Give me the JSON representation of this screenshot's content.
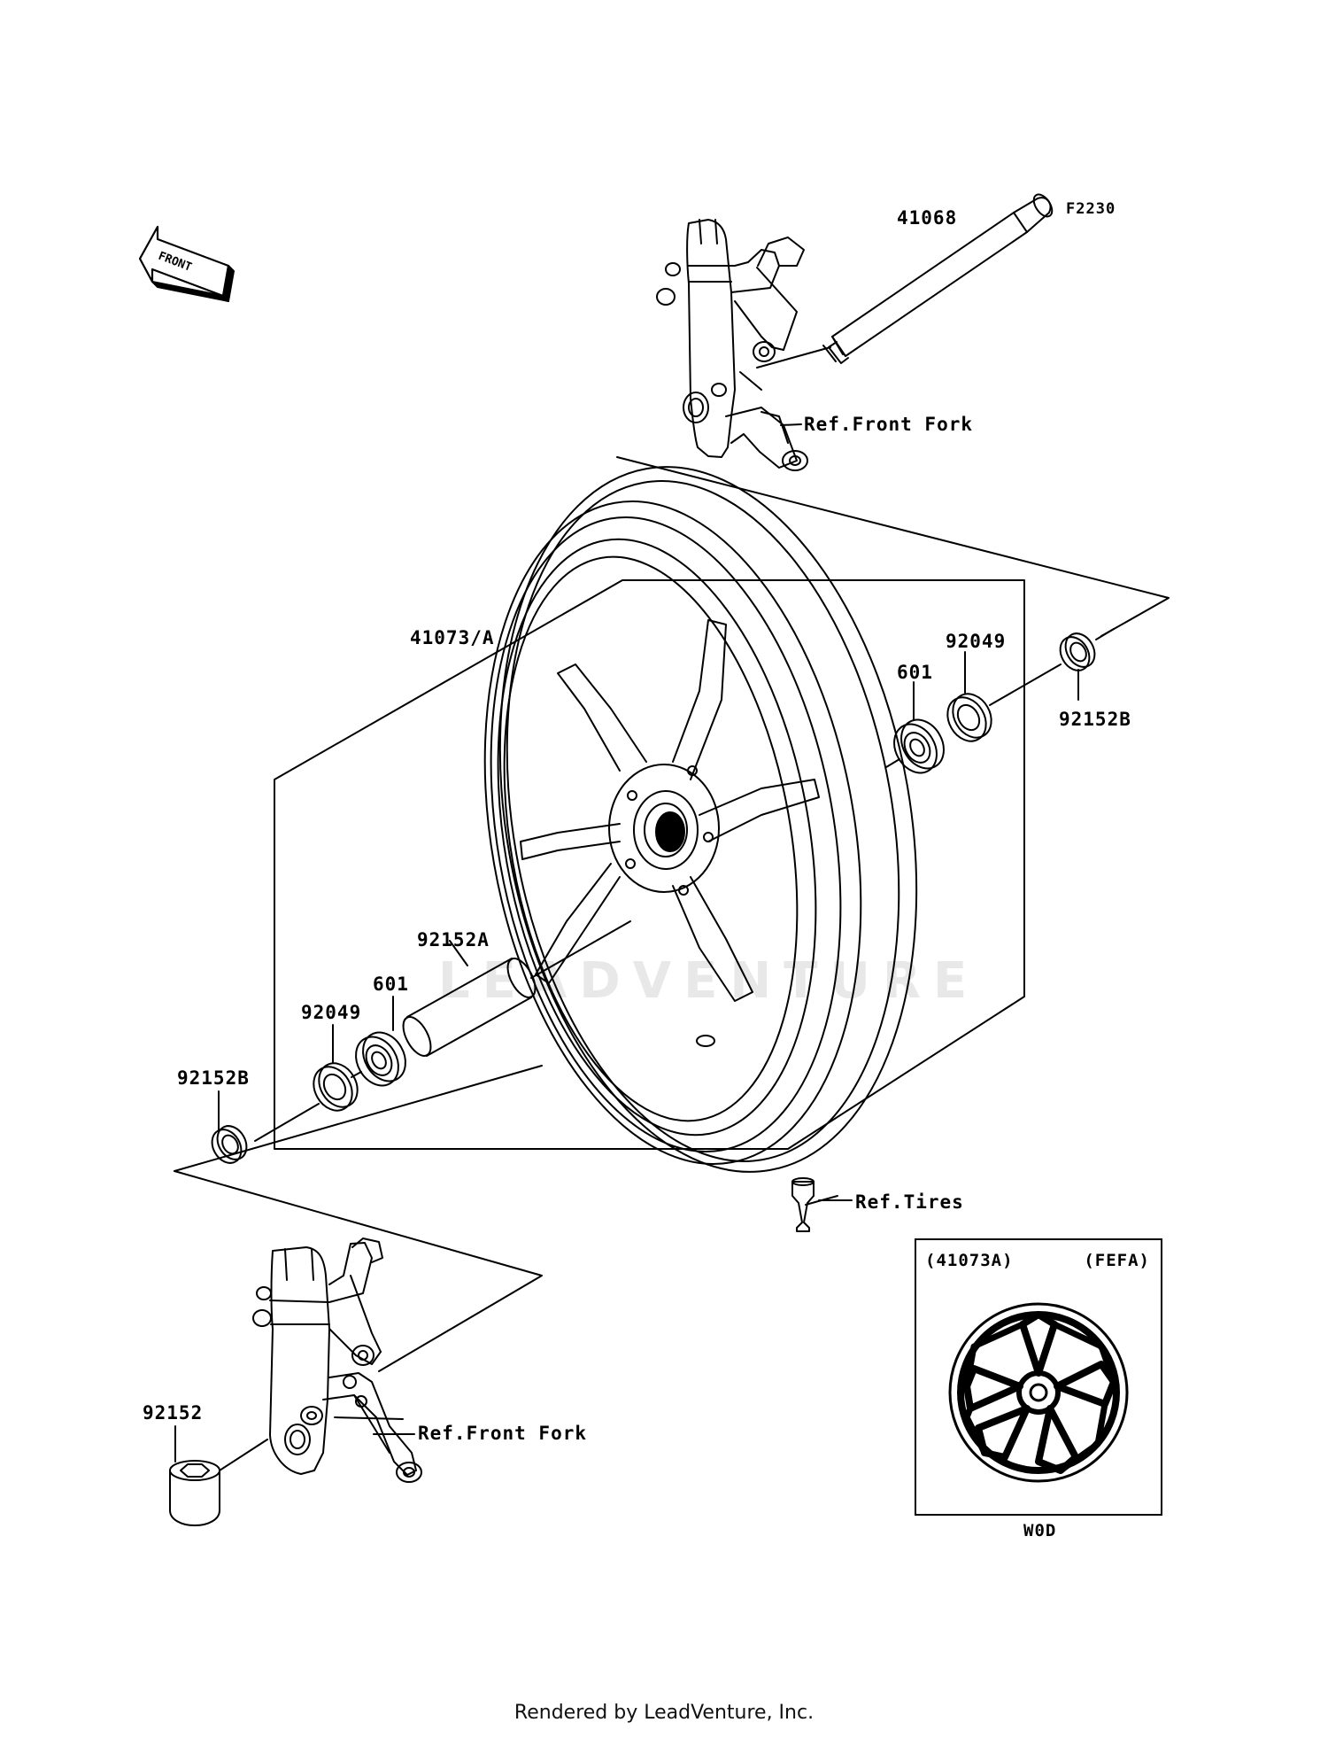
{
  "diagram_id": "F2230",
  "direction_label": "FRONT",
  "watermark": "LEADVENTURE",
  "parts": {
    "axle": "41068",
    "wheel": "41073/A",
    "seal_right": "92049",
    "bearing_right": "601",
    "collar_right": "92152B",
    "spacer": "92152A",
    "bearing_left": "601",
    "seal_left": "92049",
    "collar_left": "92152B",
    "collar_lower": "92152"
  },
  "references": {
    "front_fork_upper": "Ref.Front Fork",
    "front_fork_lower": "Ref.Front Fork",
    "tires": "Ref.Tires"
  },
  "inset": {
    "part": "(41073A)",
    "variant": "(FEFA)",
    "color_code": "W0D"
  },
  "footer": "Rendered by LeadVenture, Inc."
}
